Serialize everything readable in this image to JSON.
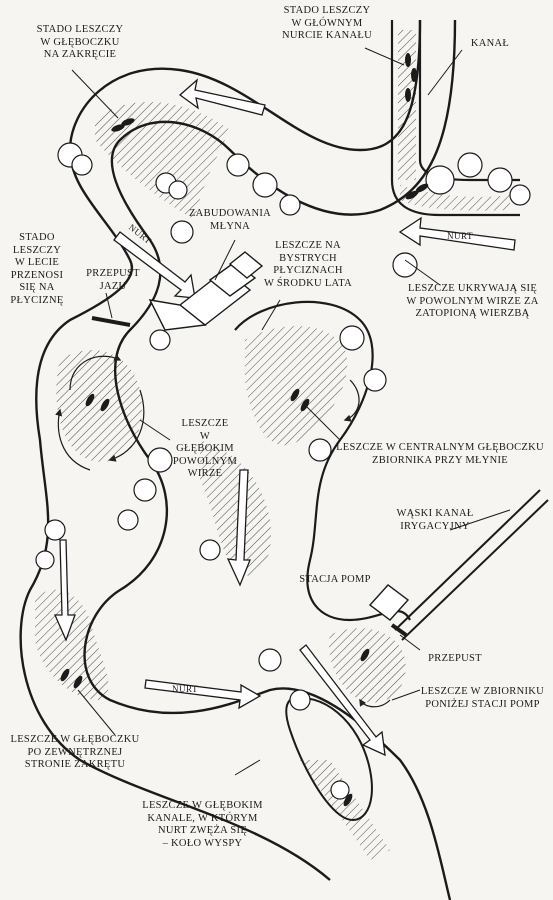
{
  "colors": {
    "ink": "#1b1b1b",
    "paper": "#f6f5f1",
    "water": "#ffffff"
  },
  "icons": [
    "tree-icon",
    "fish-icon",
    "flow-arrow-icon",
    "building-icon",
    "pump-house-icon"
  ],
  "labels": {
    "bend_pool": "STADO LESZCZY\nW GŁĘBOCZKU\nNA ZAKRĘCIE",
    "main_canal_current": "STADO LESZCZY\nW GŁÓWNYM\nNURCIE KANAŁU",
    "canal": "KANAŁ",
    "mill_buildings": "ZABUDOWANIA\nMŁYNA",
    "fast_shallows": "LESZCZE NA\nBYSTRYCH\nPŁYCIZNACH\nW ŚRODKU LATA",
    "summer_shallows": "STADO\nLESZCZY\nW LECIE\nPRZENOSI\nSIĘ NA\nPŁYCIZNĘ",
    "weir_culvert": "PRZEPUST\nJAZU",
    "willow_eddy": "LESZCZE UKRYWAJĄ SIĘ\nW POWOLNYM WIRZE ZA\nZATOPIONĄ WIERZBĄ",
    "deep_slow_eddy": "LESZCZE\nW\nGŁĘBOKIM\nPOWOLNYM\nWIRZE",
    "mill_pool": "LESZCZE W CENTRALNYM GŁĘBOCZKU\nZBIORNIKA PRZY MŁYNIE",
    "irrigation_channel": "WĄSKI KANAŁ\nIRYGACYJNY",
    "pump_station": "STACJA POMP",
    "culvert": "PRZEPUST",
    "pump_pool": "LESZCZE W ZBIORNIKU\nPONIŻEJ STACJI POMP",
    "outer_bend": "LESZCZE W GŁĘBOCZKU\nPO ZEWNĘTRZNEJ\nSTRONIE ZAKRĘTU",
    "narrow_channel": "LESZCZE W GŁĘBOKIM\nKANALE, W KTÓRYM\nNURT ZWĘŻA SIĘ\n– KOŁO WYSPY"
  },
  "current_label": "NURT"
}
